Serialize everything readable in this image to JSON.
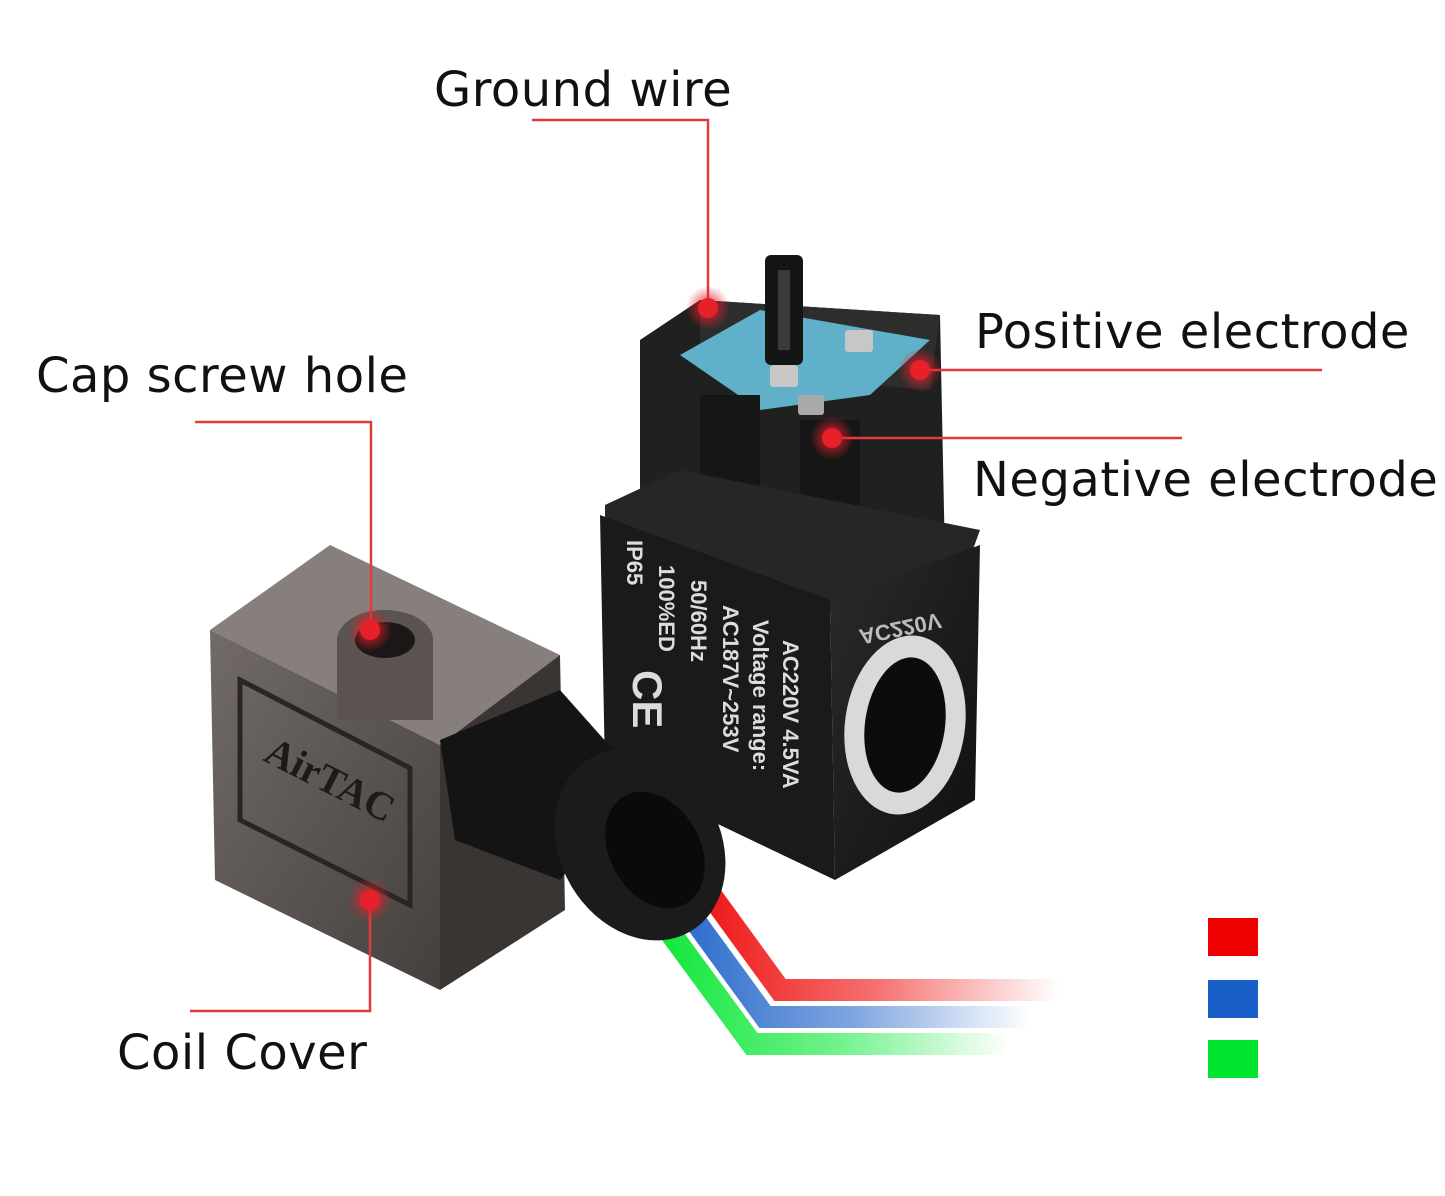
{
  "callouts": {
    "ground_wire": "Ground wire",
    "cap_screw_hole": "Cap screw hole",
    "positive_electrode": "Positive electrode",
    "negative_electrode": "Negative electrode",
    "coil_cover": "Coil Cover"
  },
  "coil_markings": {
    "line1": "AC220V 4.5VA",
    "line2": "Voltage range:",
    "line3": "AC187V~253V",
    "line4": "50/60Hz",
    "line5": "100%ED",
    "line6": "IP65",
    "ce_mark": "CE",
    "side_mark": "AC220V"
  },
  "connector_logo": "AirTAC",
  "wire_legend": [
    {
      "color": "#ee0000"
    },
    {
      "color": "#1a5fc8"
    },
    {
      "color": "#00e62e"
    }
  ],
  "colors": {
    "callout_line": "#e23b3b",
    "callout_dot": "#e8202a",
    "coil_body": "#1c1c1c",
    "connector_body": "#4a4542"
  }
}
